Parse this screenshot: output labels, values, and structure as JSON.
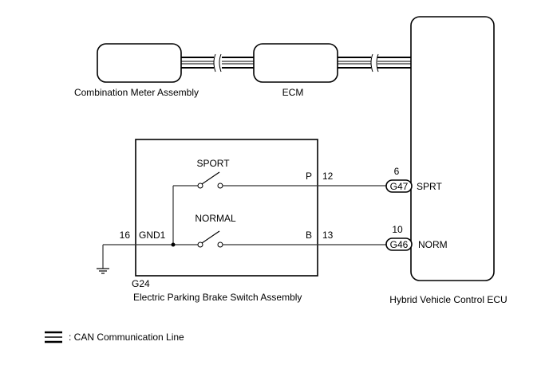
{
  "components": {
    "combination_meter": {
      "label": "Combination Meter Assembly"
    },
    "ecm": {
      "label": "ECM"
    },
    "hv_ecu": {
      "label": "Hybrid Vehicle Control ECU",
      "pins": [
        {
          "connector": "G47",
          "pin": "6",
          "name": "SPRT"
        },
        {
          "connector": "G46",
          "pin": "10",
          "name": "NORM"
        }
      ]
    },
    "epb_switch": {
      "connector": "G24",
      "label": "Electric Parking Brake Switch Assembly",
      "switches": [
        {
          "name": "SPORT",
          "terminal": "P",
          "pin": "12"
        },
        {
          "name": "NORMAL",
          "terminal": "B",
          "pin": "13"
        }
      ],
      "ground": {
        "pin": "16",
        "terminal": "GND1"
      }
    }
  },
  "legend": {
    "can_line": ": CAN Communication Line"
  }
}
